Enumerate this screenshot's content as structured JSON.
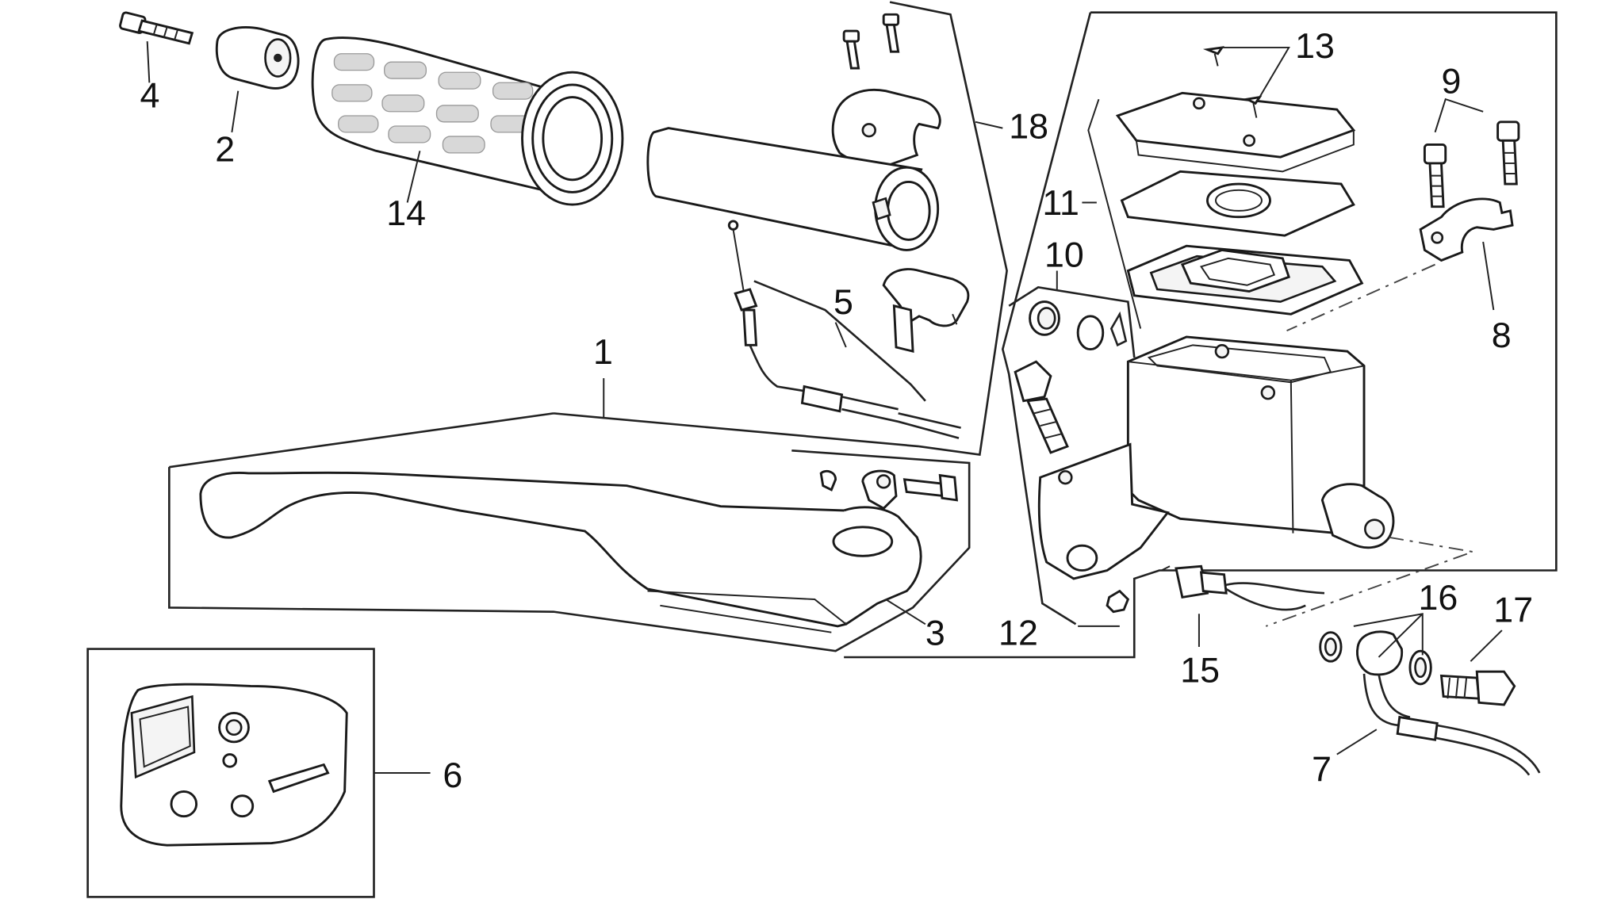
{
  "labels": {
    "part_1": "1",
    "part_2": "2",
    "part_3": "3",
    "part_4": "4",
    "part_5": "5",
    "part_6": "6",
    "part_7": "7",
    "part_8": "8",
    "part_9": "9",
    "part_10": "10",
    "part_11": "11",
    "part_12": "12",
    "part_13": "13",
    "part_14": "14",
    "part_15": "15",
    "part_16": "16",
    "part_17": "17",
    "part_18": "18"
  }
}
